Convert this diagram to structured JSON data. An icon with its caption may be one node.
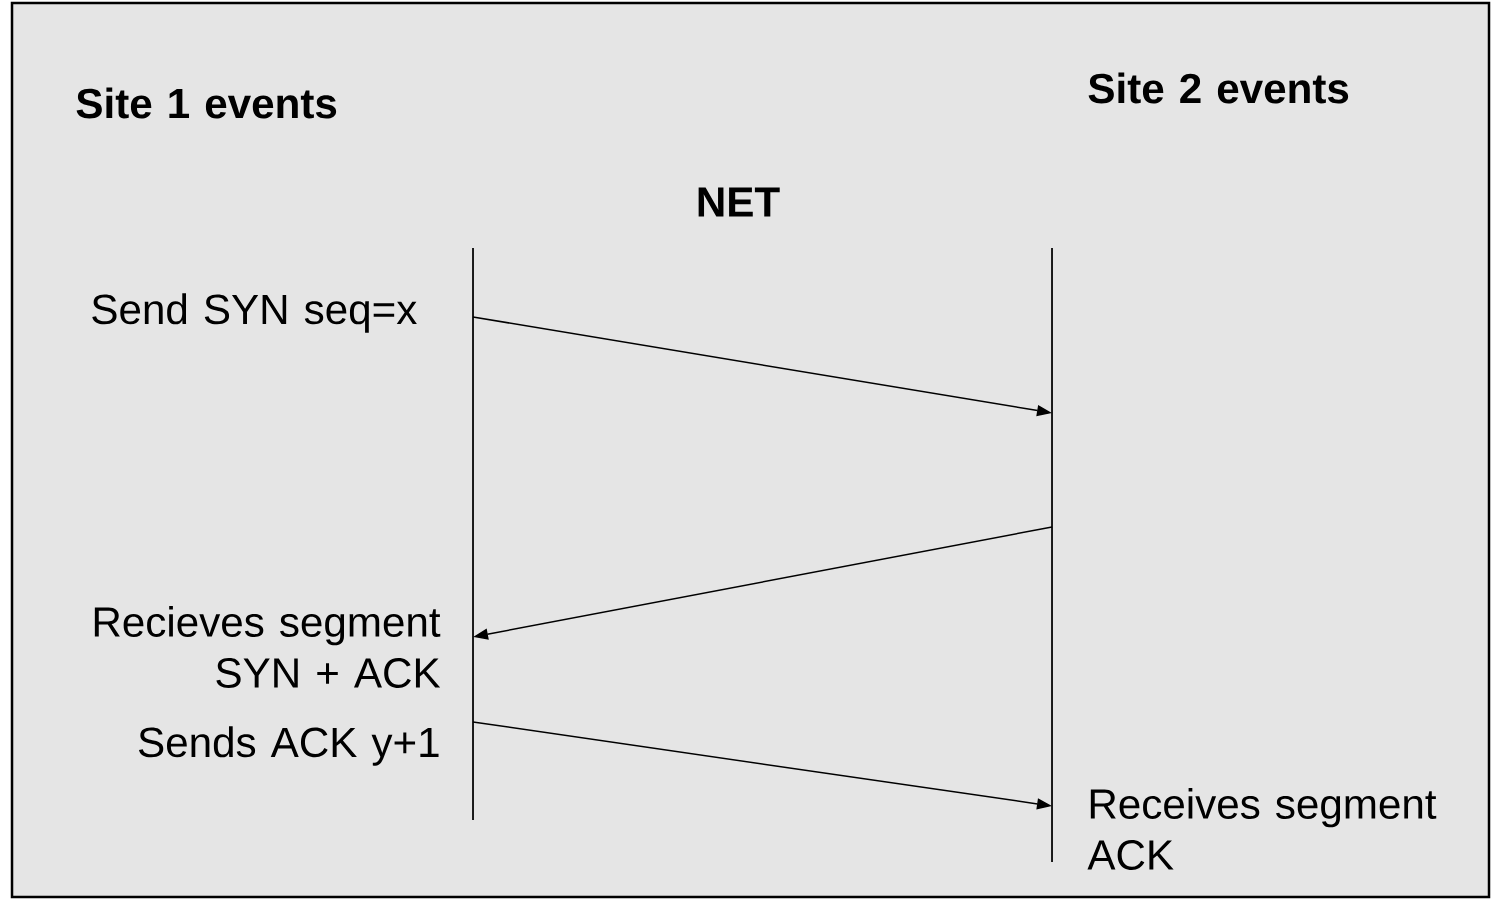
{
  "diagram": {
    "nodes": [
      {
        "text": [],
        "shape": "line"
      },
      {
        "text": [],
        "shape": "line"
      }
    ],
    "edges": [
      {
        "from": 0,
        "to": 1,
        "arrow": "to"
      },
      {
        "from": 1,
        "to": 0,
        "arrow": "to"
      },
      {
        "from": 0,
        "to": 1,
        "arrow": "to"
      }
    ],
    "labels": [
      "Site 1 events",
      "Site 2 events",
      "NET",
      "Send SYN seq=x",
      "Recieves segment SYN + ACK",
      "Sends ACK y+1",
      "Receives segment ACK"
    ]
  }
}
